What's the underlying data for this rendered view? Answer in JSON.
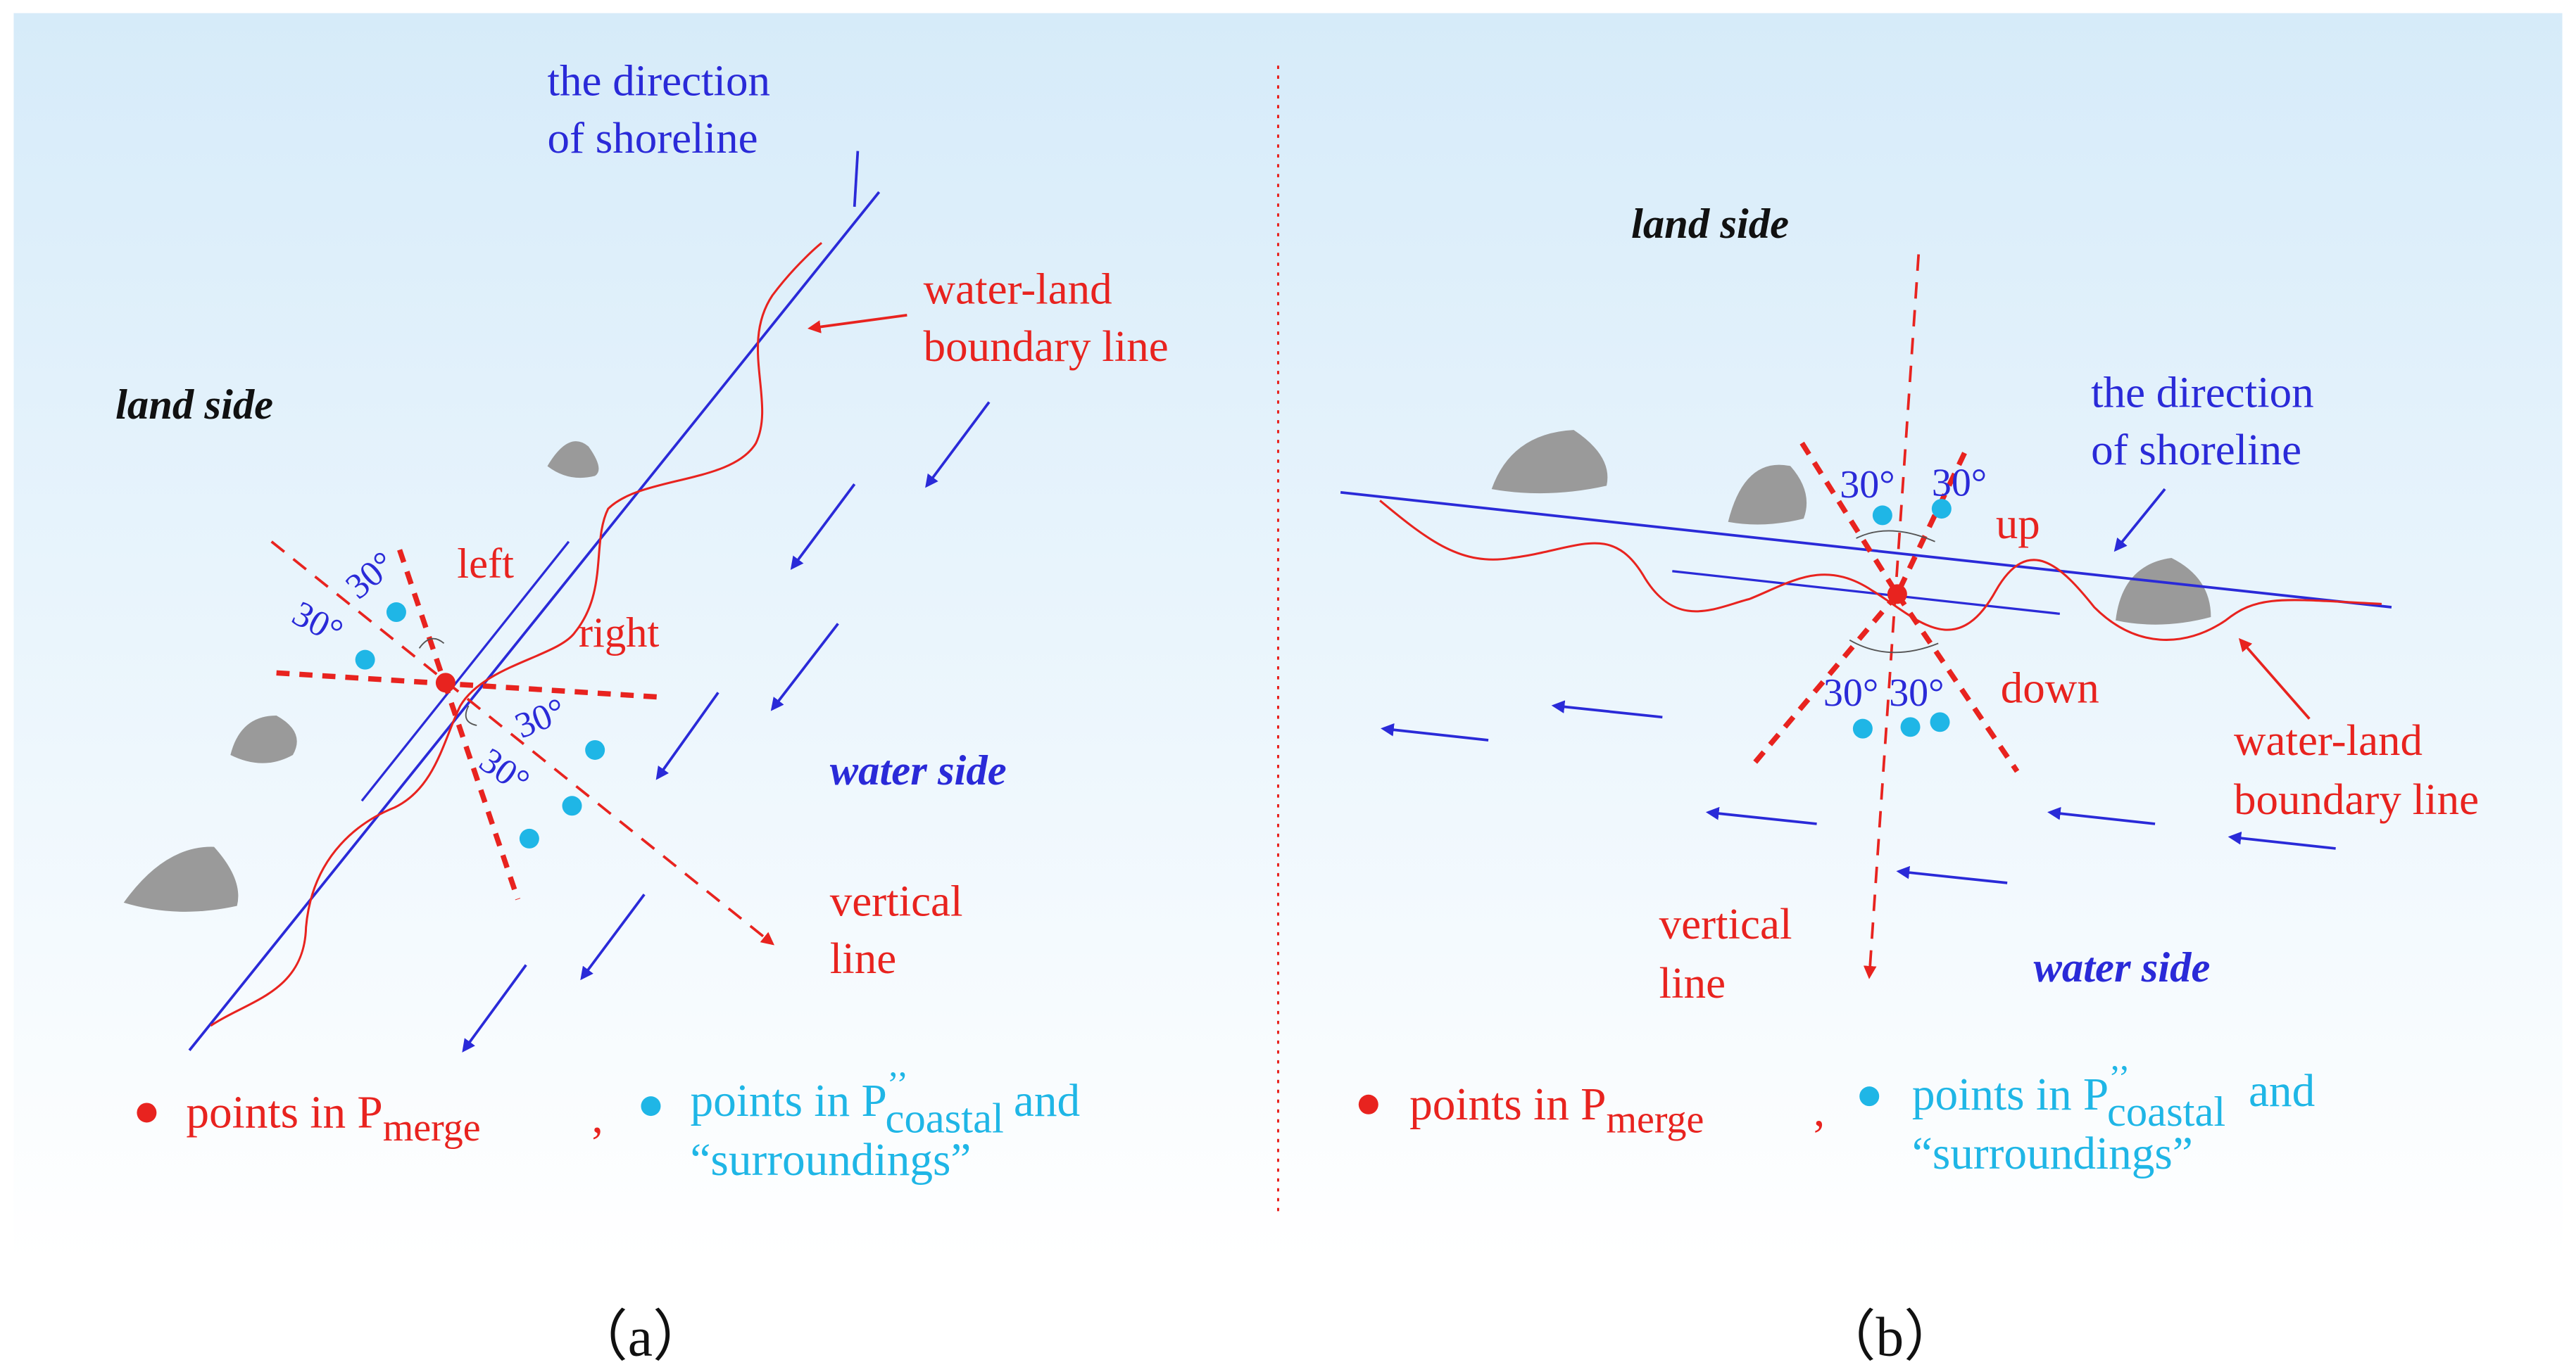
{
  "colors": {
    "shoreline": "#2a2ad8",
    "boundary": "#e8231f",
    "merge_point": "#e8231f",
    "coastal_point": "#1fb6e6",
    "rock": "#9a9a9a",
    "background_top": "#dceefa",
    "background_bottom": "#ffffff"
  },
  "panel_a": {
    "direction_of_shoreline_line1": "the direction",
    "direction_of_shoreline_line2": "of shoreline",
    "boundary_line1": "water-land",
    "boundary_line2": "boundary line",
    "land_side": "land side",
    "water_side": "water side",
    "left": "left",
    "right": "right",
    "angle": "30°",
    "vertical_line1": "vertical",
    "vertical_line2": "line",
    "legend_merge_prefix": "points in P",
    "legend_merge_sub": "merge",
    "legend_sep": ",",
    "legend_coastal_prefix": "points in P",
    "legend_coastal_sup": "’’",
    "legend_coastal_sub": "coastal",
    "legend_coastal_and": "and",
    "legend_surroundings": "“surroundings”",
    "caption": "（a）"
  },
  "panel_b": {
    "direction_of_shoreline_line1": "the direction",
    "direction_of_shoreline_line2": "of shoreline",
    "boundary_line1": "water-land",
    "boundary_line2": "boundary line",
    "land_side": "land side",
    "water_side": "water side",
    "up": "up",
    "down": "down",
    "angle": "30°",
    "vertical_line1": "vertical",
    "vertical_line2": "line",
    "legend_merge_prefix": "points in P",
    "legend_merge_sub": "merge",
    "legend_sep": ",",
    "legend_coastal_prefix": "points in P",
    "legend_coastal_sup": "’’",
    "legend_coastal_sub": "coastal",
    "legend_coastal_and": "and",
    "legend_surroundings": "“surroundings”",
    "caption": "（b）"
  }
}
